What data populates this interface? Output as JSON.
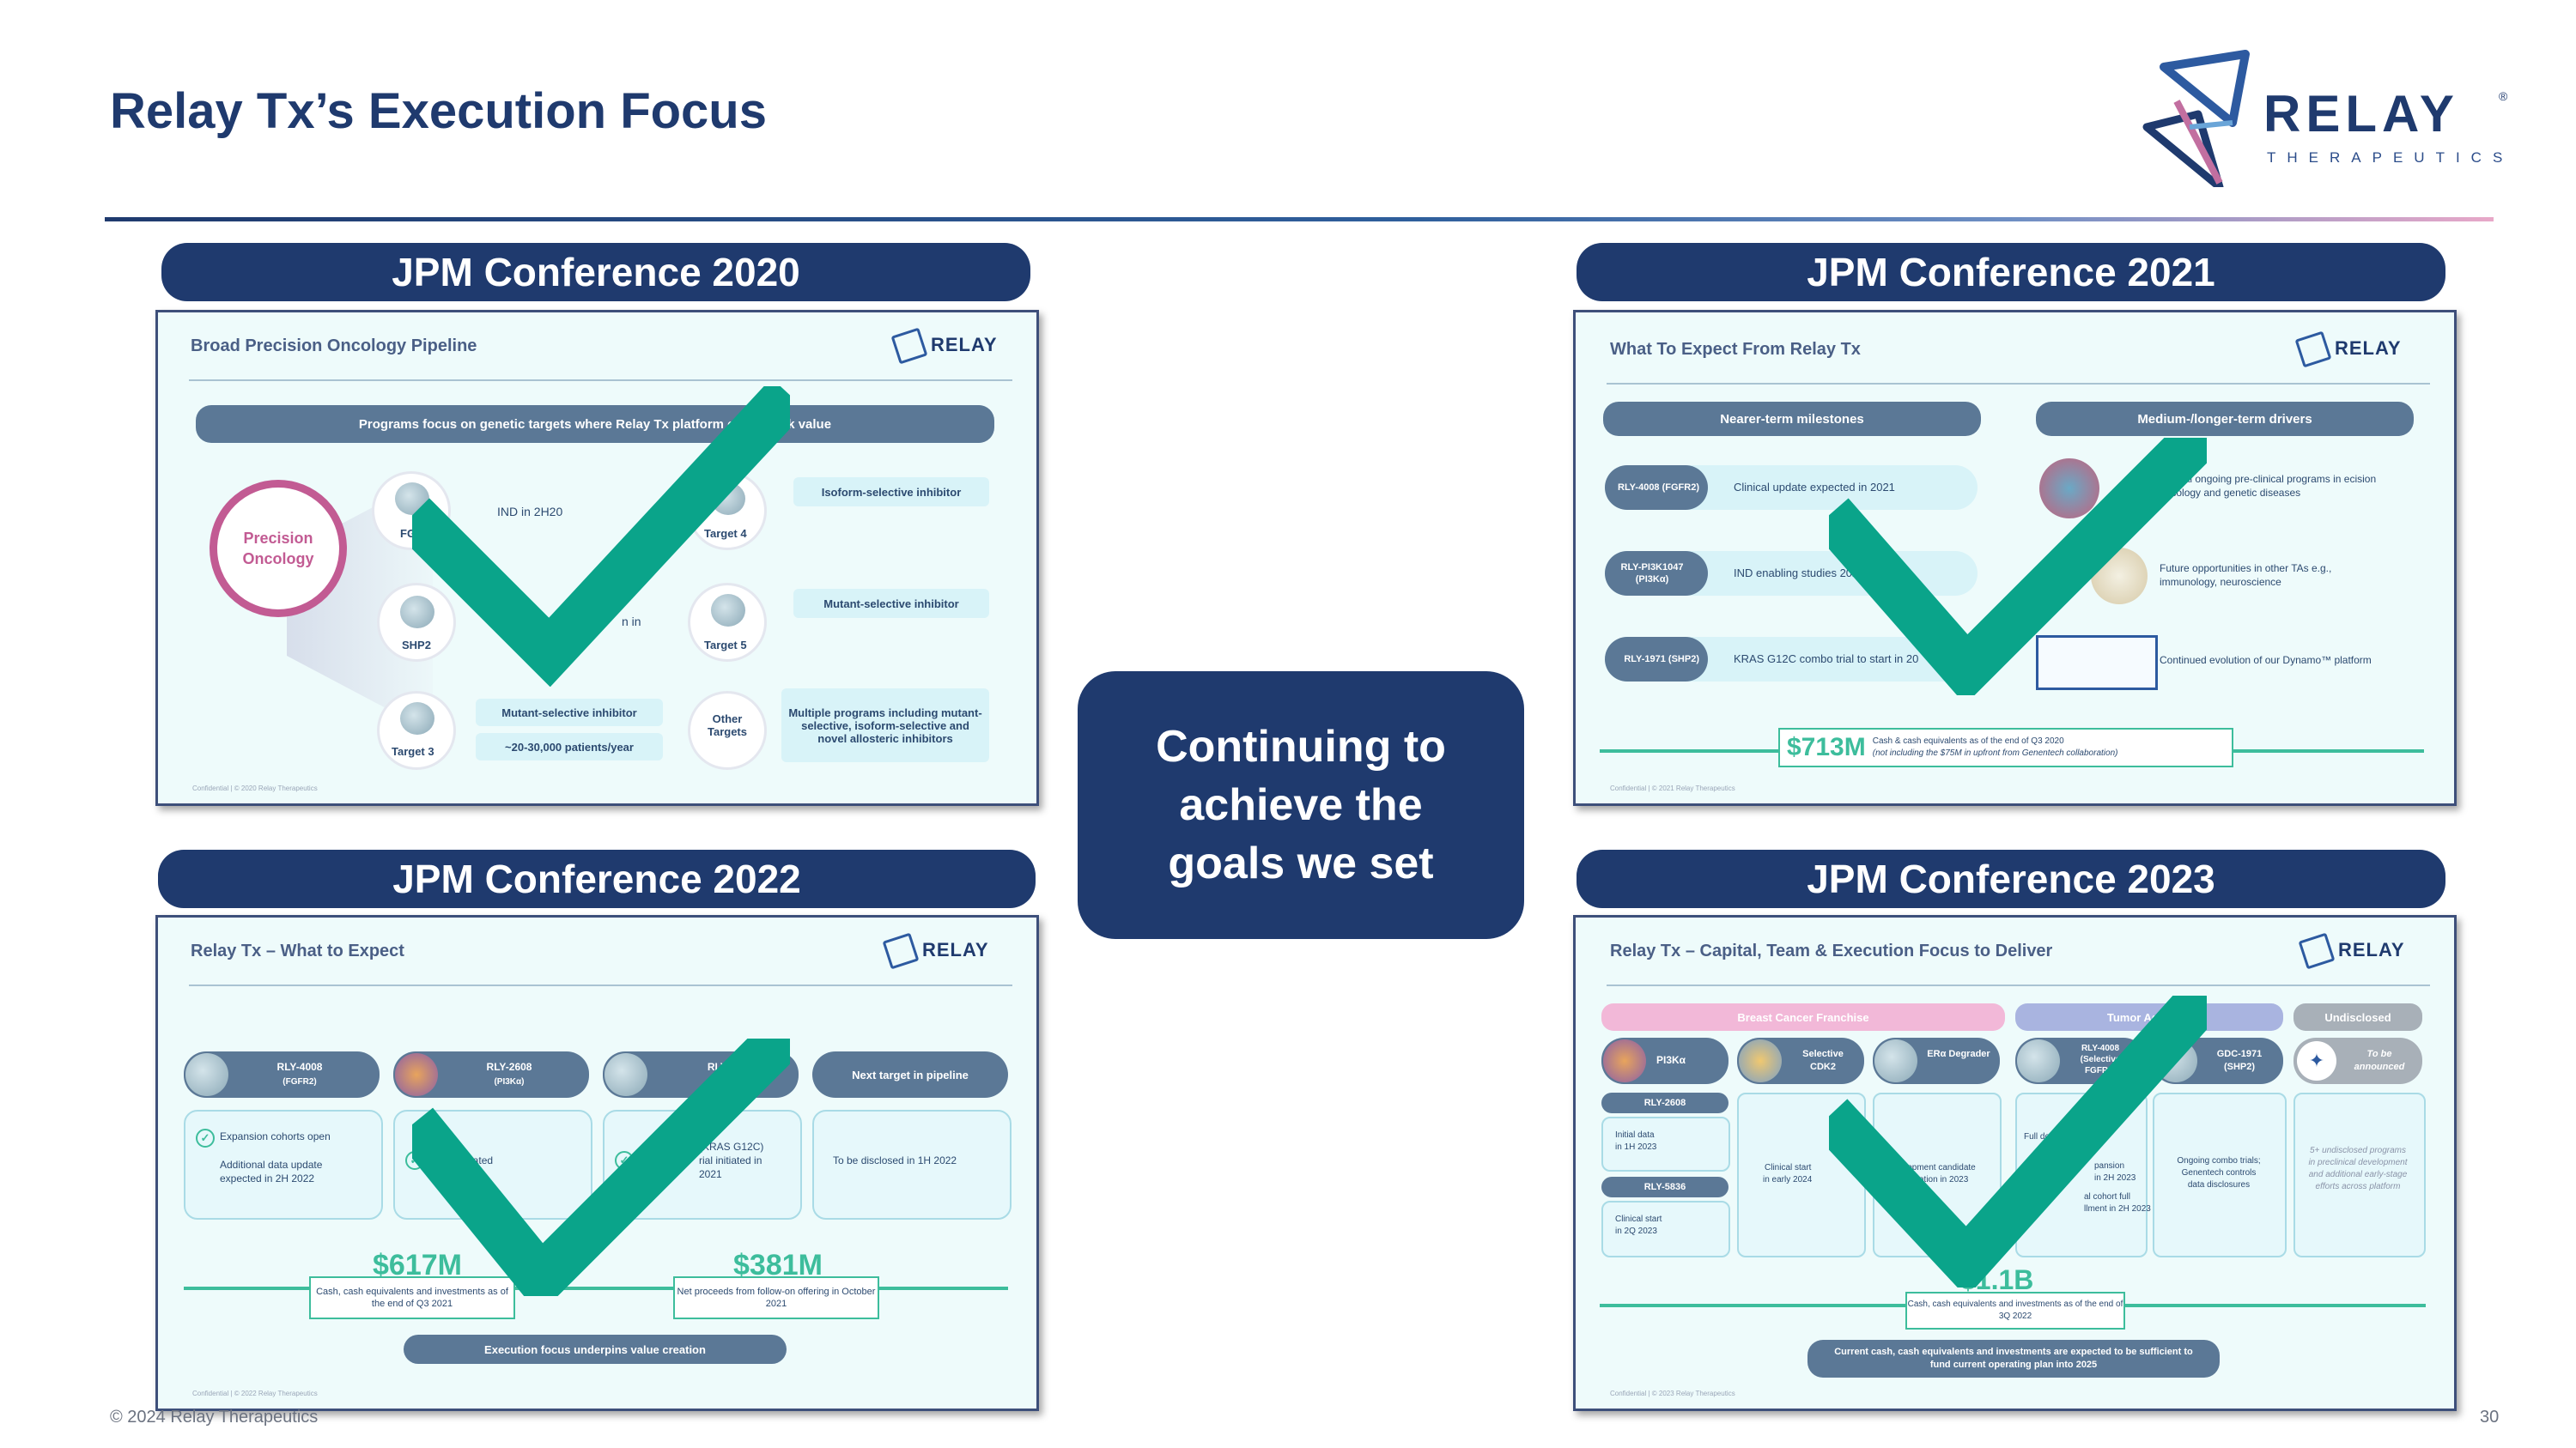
{
  "title": "Relay Tx’s Execution Focus",
  "logo": {
    "word": "RELAY",
    "reg": "®",
    "sub": "THERAPEUTICS"
  },
  "center_text": [
    "Continuing to",
    "achieve the",
    "goals we set"
  ],
  "footer": {
    "copyright": "© 2024 Relay Therapeutics",
    "page": "30"
  },
  "colors": {
    "navy": "#1f3a6e",
    "teal_check": "#0aa48a",
    "accent_green": "#3dbd9c",
    "pink": "#c25b93"
  },
  "panels": {
    "p2020": {
      "header": "JPM Conference 2020",
      "slide_title": "Broad Precision Oncology Pipeline",
      "logo": "RELAY",
      "banner": "Programs focus on genetic targets where Relay Tx platform can unlock value",
      "center": "Precision Oncology",
      "targets": [
        "FGFR",
        "SHP2",
        "Target 3",
        "Target 4",
        "Target 5",
        "Other Targets"
      ],
      "notes": [
        "IND in 2H20",
        "n in"
      ],
      "callouts": [
        "Isoform-selective inhibitor",
        "Mutant-selective inhibitor",
        "Mutant-selective inhibitor",
        "~20-30,000 patients/year",
        "Multiple programs including mutant-selective, isoform-selective and novel allosteric inhibitors"
      ],
      "footer": "Confidential | © 2020 Relay Therapeutics"
    },
    "p2021": {
      "header": "JPM Conference 2021",
      "slide_title": "What To Expect From Relay Tx",
      "logo": "RELAY",
      "col_left": "Nearer-term milestones",
      "col_right": "Medium-/longer-term drivers",
      "milestones": [
        {
          "name": "RLY-4008 (FGFR2)",
          "text": "Clinical update expected in 2021"
        },
        {
          "name": "RLY-PI3K1047 (PI3Kα)",
          "text": "IND enabling studies 2021"
        },
        {
          "name": "RLY-1971 (SHP2)",
          "text": "KRAS G12C combo trial to start in 20"
        }
      ],
      "drivers": [
        "ditional ongoing pre-clinical programs in ecision oncology and genetic diseases",
        "Future opportunities in other TAs e.g., immunology, neuroscience",
        "Continued evolution of our Dynamo™ platform"
      ],
      "cash": "$713M",
      "cash_note": "Cash & cash equivalents as of the end of Q3 2020",
      "cash_note2": "(not including the $75M in upfront from Genentech collaboration)",
      "footer": "Confidential | © 2021 Relay Therapeutics"
    },
    "p2022": {
      "header": "JPM Conference 2022",
      "slide_title": "Relay Tx – What to Expect",
      "logo": "RELAY",
      "programs": [
        {
          "name": "RLY-4008",
          "sub": "(FGFR2)"
        },
        {
          "name": "RLY-2608",
          "sub": "(PI3Kα)"
        },
        {
          "name": "RLY-",
          "sub": ""
        },
        {
          "name": "Next target in pipeline",
          "sub": ""
        }
      ],
      "cards": [
        [
          "Expansion cohorts open",
          "Additional data update expected in 2H 2022"
        ],
        [
          "al initiated"
        ],
        [
          "(KRAS G12C)",
          "rial initiated in",
          "2021"
        ],
        [
          "To be disclosed in 1H 2022"
        ]
      ],
      "cash1": "$617M",
      "cash1_note": "Cash, cash equivalents and investments as of the end of Q3 2021",
      "cash2": "$381M",
      "cash2_note": "Net proceeds from follow-on offering in October 2021",
      "bottom": "Execution focus underpins value creation",
      "footer": "Confidential | © 2022 Relay Therapeutics"
    },
    "p2023": {
      "header": "JPM Conference 2023",
      "slide_title": "Relay Tx – Capital, Team & Execution Focus to Deliver",
      "logo": "RELAY",
      "groups": [
        "Breast Cancer Franchise",
        "Tumor Agnostic",
        "Undisclosed"
      ],
      "programs": [
        "PI3Kα",
        "Selective CDK2",
        "ERα Degrader",
        "RLY-4008 (Selective FGFR2)",
        "GDC-1971 (SHP2)",
        "To be announced"
      ],
      "sub_tags": [
        "RLY-2608",
        "RLY-5836"
      ],
      "cards": [
        [
          "Initial data",
          "in 1H 2023"
        ],
        [
          "Clinical start",
          "in 2Q 2023"
        ],
        [
          "Clinical start",
          "in early 2024"
        ],
        [
          "lopment candidate",
          "ation in 2023"
        ],
        [
          "Full do",
          "pansion",
          "in 2H 2023",
          "al cohort full",
          "llment in 2H 2023"
        ],
        [
          "Ongoing combo trials;",
          "Genentech controls",
          "data disclosures"
        ],
        [
          "5+ undisclosed programs",
          "in preclinical development",
          "and additional early-stage",
          "efforts across platform"
        ]
      ],
      "cash": "$1.1B",
      "cash_note": "Cash, cash equivalents and investments as of the end of 3Q 2022",
      "bottom": "Current cash, cash equivalents and investments are expected to be sufficient to fund current operating plan into 2025",
      "footer": "Confidential | © 2023 Relay Therapeutics"
    }
  }
}
